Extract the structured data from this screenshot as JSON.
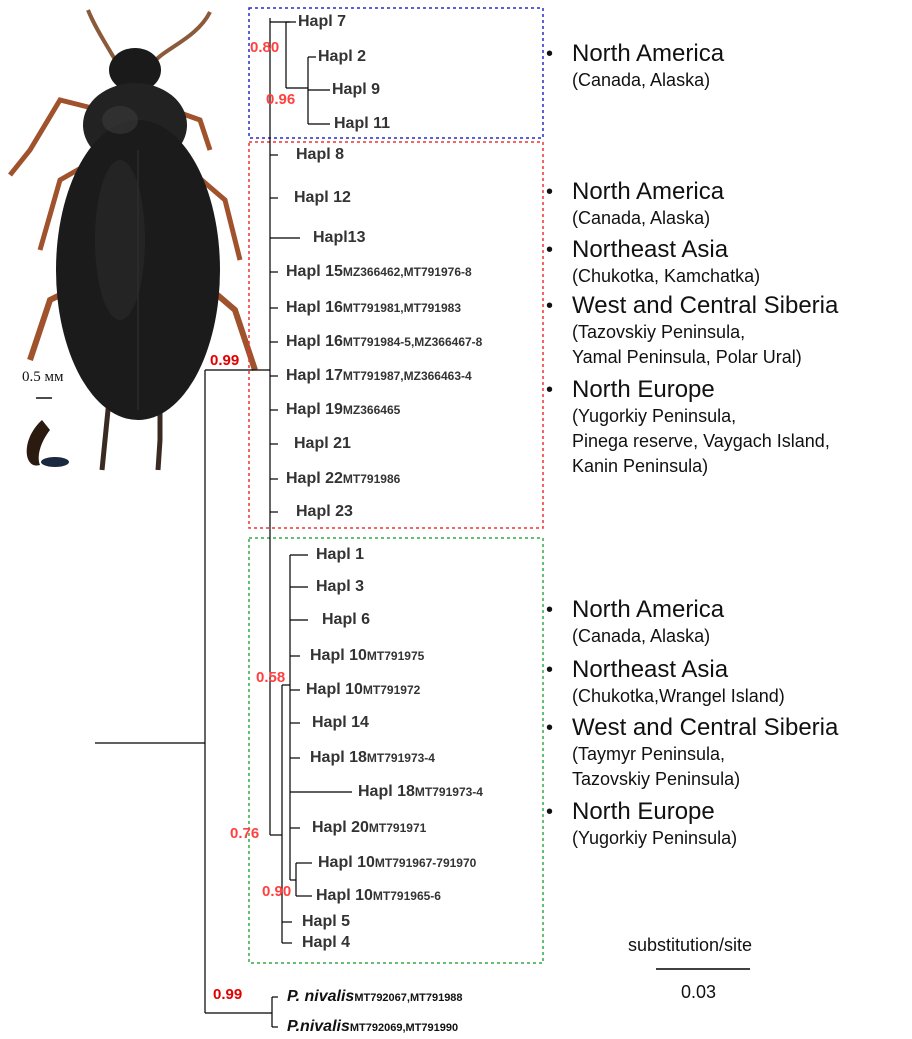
{
  "tree": {
    "clades": [
      {
        "name": "north-america-clade",
        "color": "#2a2ac8",
        "tips": [
          {
            "label": "Hapl 7",
            "acc": ""
          },
          {
            "label": "Hapl 2",
            "acc": ""
          },
          {
            "label": "Hapl 9",
            "acc": ""
          },
          {
            "label": "Hapl 11",
            "acc": ""
          }
        ],
        "supports": [
          "0.80",
          "0.96"
        ],
        "regions": [
          {
            "title": "North America",
            "detail": "(Canada, Alaska)"
          }
        ]
      },
      {
        "name": "widespread-clade-red",
        "color": "#ee3333",
        "tips": [
          {
            "label": "Hapl 8",
            "acc": ""
          },
          {
            "label": "Hapl 12",
            "acc": ""
          },
          {
            "label": "Hapl13",
            "acc": ""
          },
          {
            "label": "Hapl 15",
            "acc": "MZ366462,MT791976-8"
          },
          {
            "label": "Hapl 16",
            "acc": "MT791981,MT791983"
          },
          {
            "label": "Hapl 16",
            "acc": "MT791984-5,MZ366467-8"
          },
          {
            "label": "Hapl 17",
            "acc": "MT791987,MZ366463-4"
          },
          {
            "label": "Hapl 19",
            "acc": "MZ366465"
          },
          {
            "label": "Hapl 21",
            "acc": ""
          },
          {
            "label": "Hapl 22",
            "acc": "MT791986"
          },
          {
            "label": "Hapl 23",
            "acc": ""
          }
        ],
        "supports": [
          "0.99"
        ],
        "regions": [
          {
            "title": "North America",
            "detail": "(Canada, Alaska)"
          },
          {
            "title": "Northeast Asia",
            "detail": "(Chukotka, Kamchatka)"
          },
          {
            "title": "West and Central Siberia",
            "detail": "(Tazovskiy Peninsula,\nYamal Peninsula, Polar Ural)"
          },
          {
            "title": "North Europe",
            "detail": "(Yugorkiy Peninsula,\nPinega reserve, Vaygach Island,\nKanin Peninsula)"
          }
        ]
      },
      {
        "name": "widespread-clade-green",
        "color": "#33aa44",
        "tips": [
          {
            "label": "Hapl 1",
            "acc": ""
          },
          {
            "label": "Hapl 3",
            "acc": ""
          },
          {
            "label": "Hapl 6",
            "acc": ""
          },
          {
            "label": "Hapl 10",
            "acc": "MT791975"
          },
          {
            "label": "Hapl 10",
            "acc": "MT791972"
          },
          {
            "label": "Hapl 14",
            "acc": ""
          },
          {
            "label": "Hapl 18",
            "acc": "MT791973-4"
          },
          {
            "label": "Hapl 18",
            "acc": "MT791973-4"
          },
          {
            "label": "Hapl 20",
            "acc": "MT791971"
          },
          {
            "label": "Hapl 10",
            "acc": "MT791967-791970"
          },
          {
            "label": "Hapl 10",
            "acc": "MT791965-6"
          },
          {
            "label": "Hapl 5",
            "acc": ""
          },
          {
            "label": "Hapl 4",
            "acc": ""
          }
        ],
        "supports": [
          "0.58",
          "0.76",
          "0.90"
        ],
        "regions": [
          {
            "title": "North America",
            "detail": "(Canada, Alaska)"
          },
          {
            "title": "Northeast Asia",
            "detail": "(Chukotka,Wrangel Island)"
          },
          {
            "title": "West and Central Siberia",
            "detail": "(Taymyr Peninsula,\nTazovskiy Peninsula)"
          },
          {
            "title": "North Europe",
            "detail": "(Yugorkiy Peninsula)"
          }
        ]
      }
    ],
    "outgroup": {
      "support": "0.99",
      "tips": [
        {
          "label": "P. nivalis",
          "acc": "MT792067,MT791988"
        },
        {
          "label": "P.nivalis",
          "acc": "MT792069,MT791990"
        }
      ]
    }
  },
  "specimen": {
    "scale_label": "0.5 мм"
  },
  "scale_bar": {
    "unit": "substitution/site",
    "value": "0.03"
  }
}
